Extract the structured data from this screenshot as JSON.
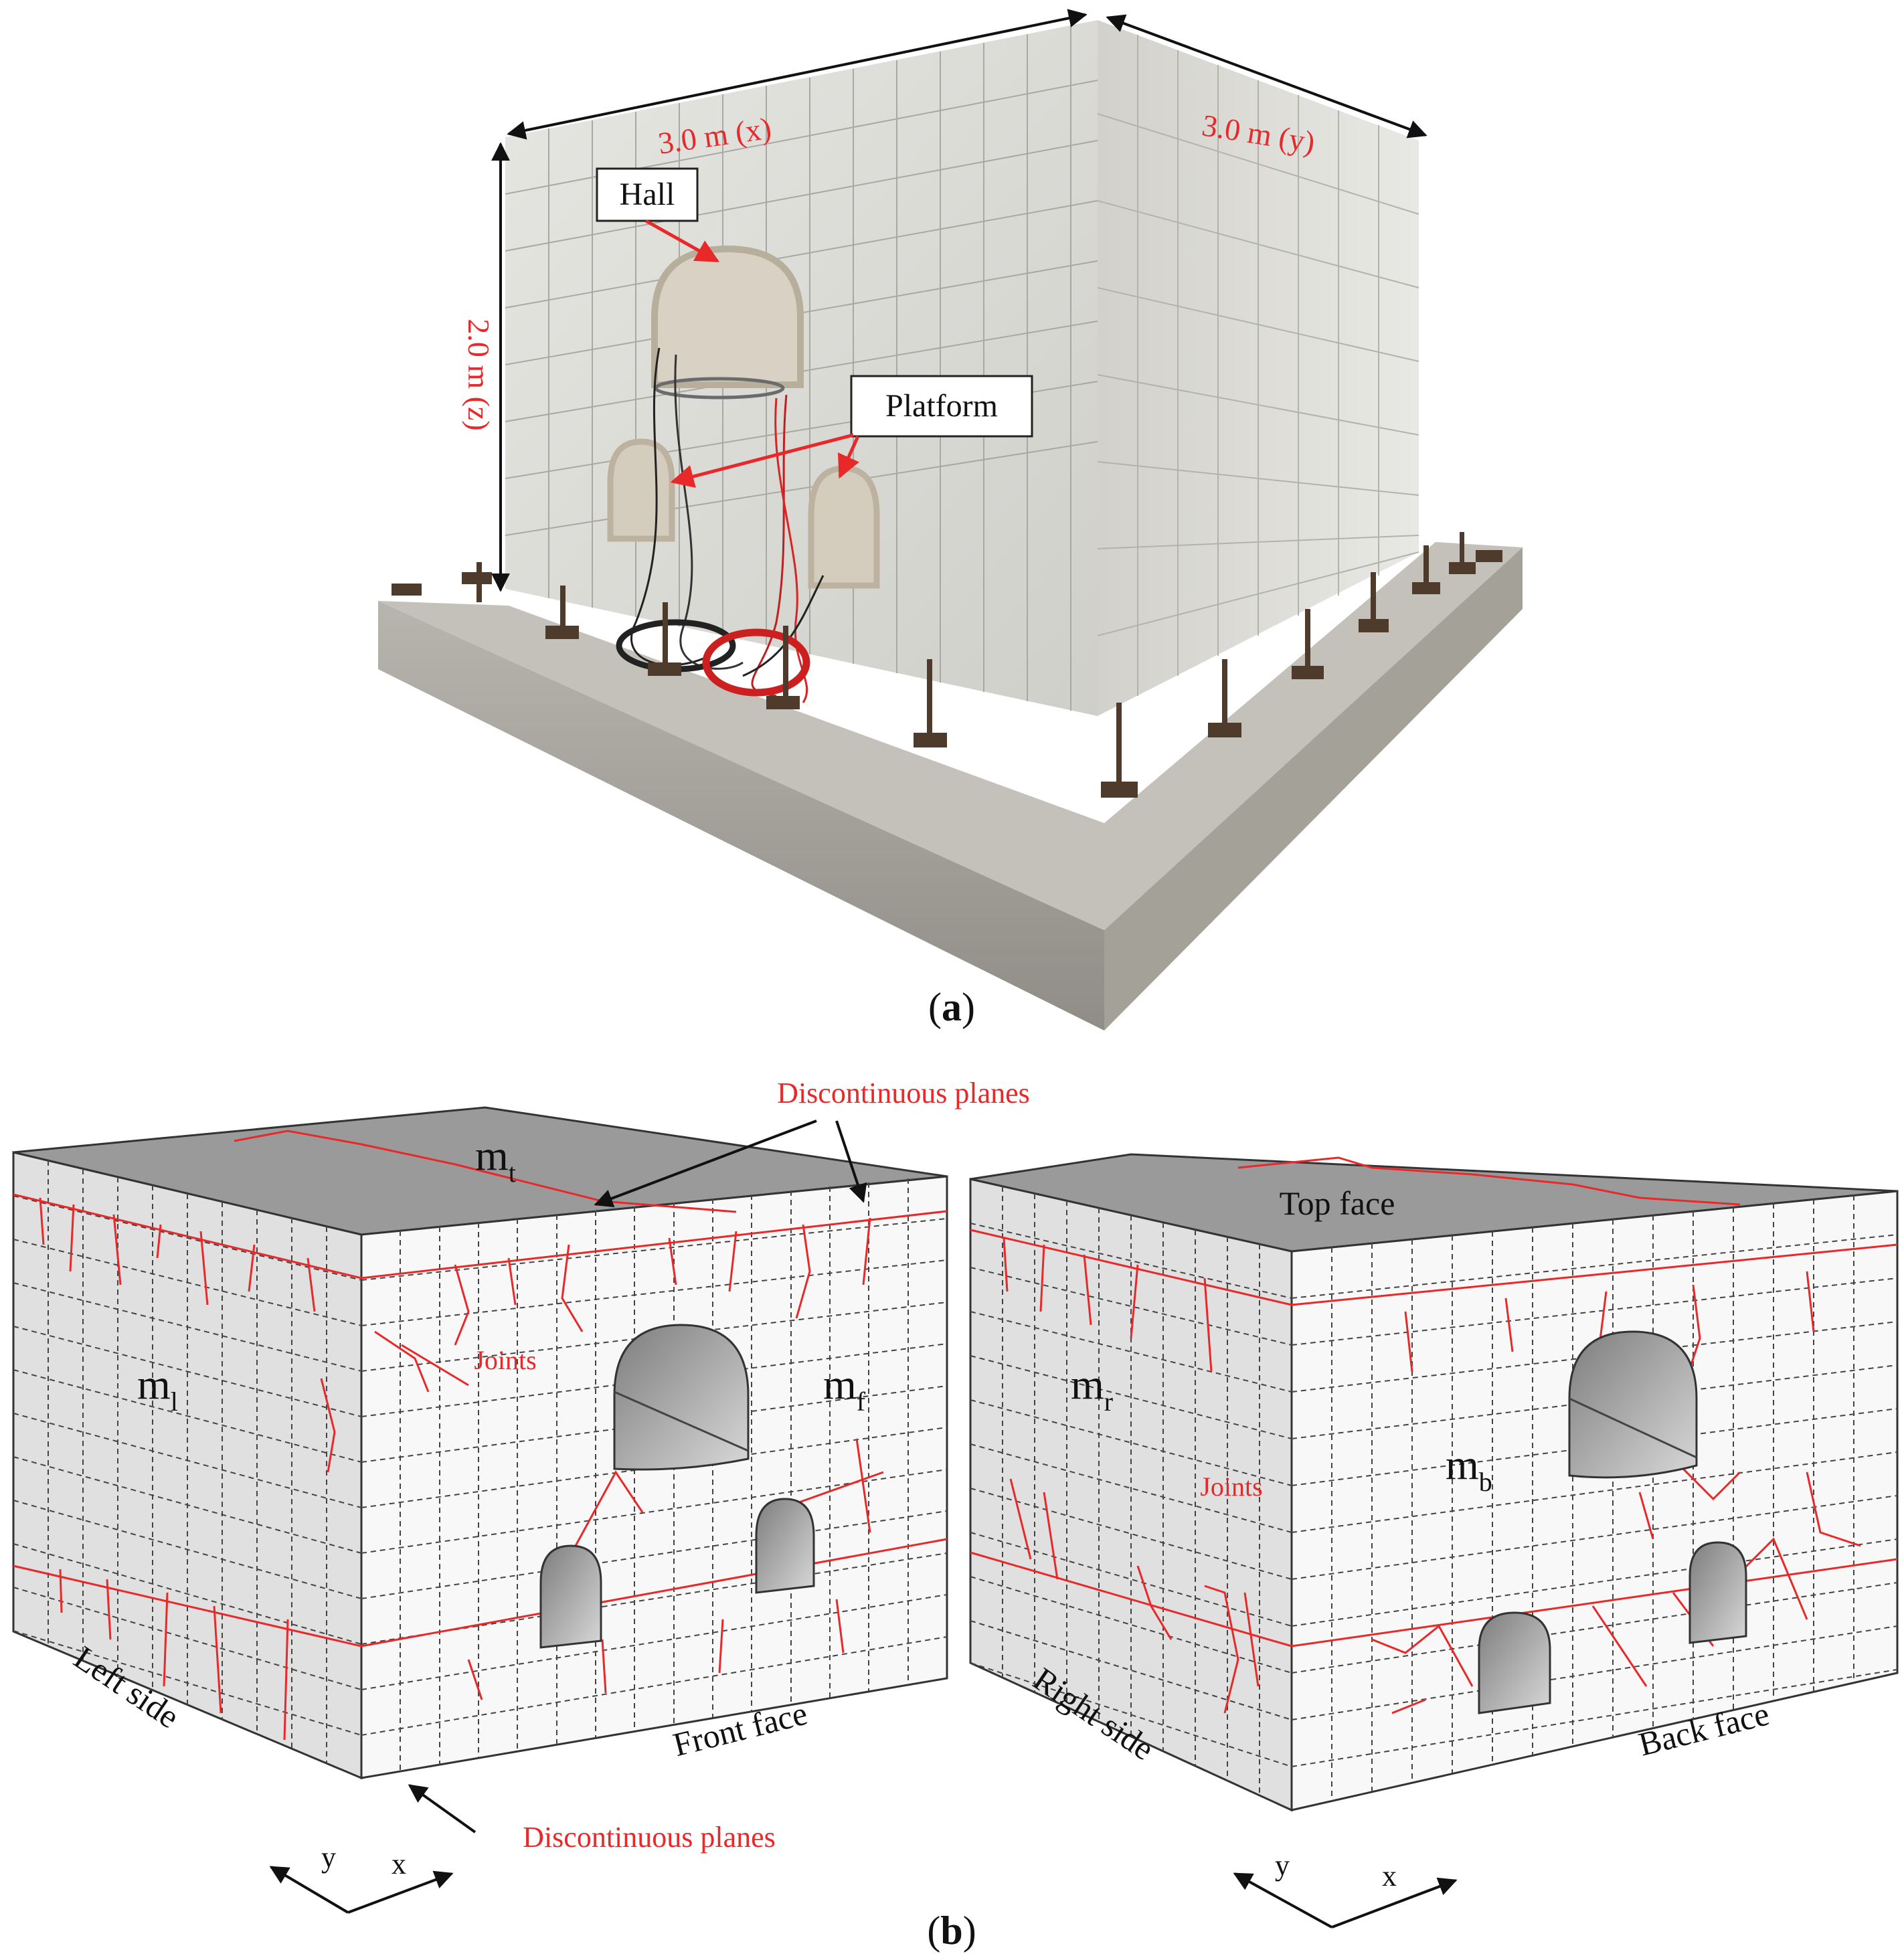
{
  "panel_a": {
    "caption_open": "(",
    "caption_letter": "a",
    "caption_close": ")",
    "dim_x": "3.0 m (x)",
    "dim_y": "3.0 m (y)",
    "dim_z": "2.0 m (z)",
    "callout_hall": "Hall",
    "callout_platform": "Platform"
  },
  "panel_b": {
    "caption_open": "(",
    "caption_letter": "b",
    "caption_close": ")",
    "left_model": {
      "label_top": "Discontinuous planes",
      "label_bottom": "Discontinuous planes",
      "joints": "Joints",
      "m_top": "m",
      "m_top_sub": "t",
      "m_left": "m",
      "m_left_sub": "l",
      "m_front": "m",
      "m_front_sub": "f",
      "side_label": "Left side",
      "face_label": "Front face",
      "axis_y": "y",
      "axis_x": "x"
    },
    "right_model": {
      "top_face": "Top face",
      "joints": "Joints",
      "m_right": "m",
      "m_right_sub": "r",
      "m_back": "m",
      "m_back_sub": "b",
      "side_label": "Right side",
      "face_label": "Back face",
      "axis_y": "y",
      "axis_x": "x"
    }
  },
  "colors": {
    "joint_red": "#e8292a",
    "top_face_gray": "#9a9a9a",
    "side_face_gray": "#e0e0e0",
    "front_face_white": "#f8f8f8",
    "concrete_light": "#dcdcd8",
    "concrete_dark": "#b9b8b2",
    "base_concrete": "#a9a79f"
  }
}
